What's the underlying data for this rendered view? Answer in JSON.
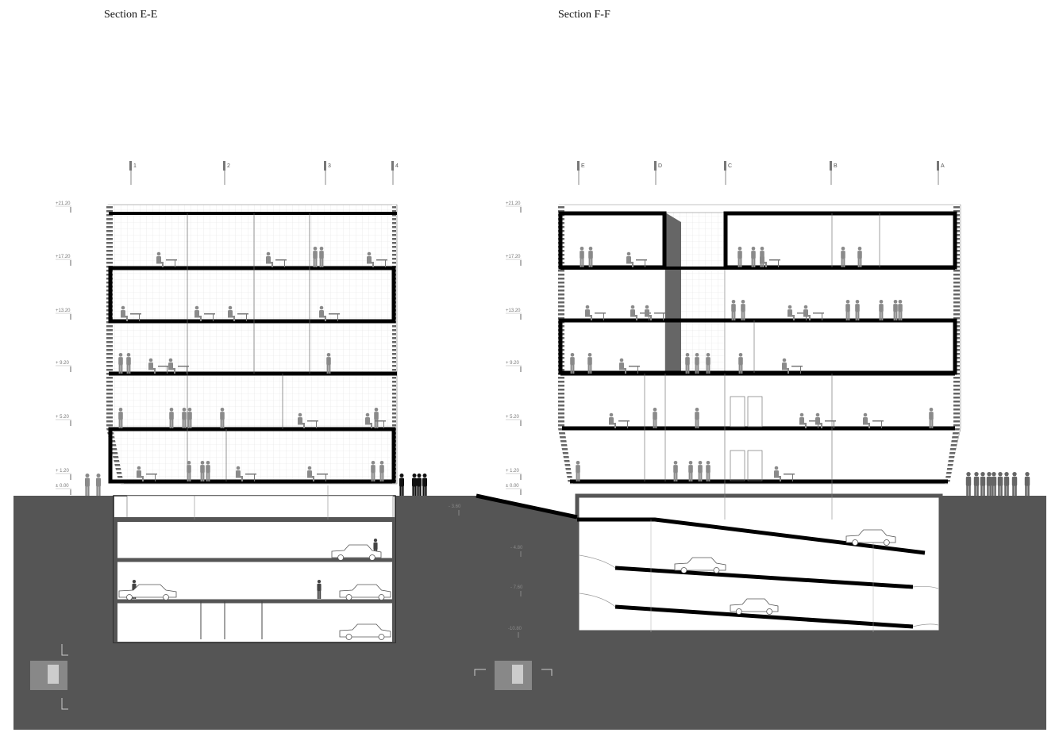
{
  "sections": [
    {
      "title": "Section E-E",
      "grid_labels": [
        "1",
        "2",
        "3",
        "4"
      ],
      "level_labels": [
        "+21.20",
        "+17.20",
        "+13.20",
        "+ 9.20",
        "+ 5.20",
        "+ 1.20",
        "± 0.00"
      ]
    },
    {
      "title": "Section F-F",
      "grid_labels": [
        "E",
        "D",
        "C",
        "B",
        "A"
      ],
      "level_labels": [
        "+21.20",
        "+17.20",
        "+13.20",
        "+ 9.20",
        "+ 5.20",
        "+ 1.20",
        "± 0.00"
      ],
      "basement_level_labels": [
        "- 3.60",
        "- 4.80",
        "- 7.60",
        "-10.80"
      ]
    }
  ],
  "colors": {
    "ground": "#555555",
    "slab": "#000000",
    "figure": "#8a8a8a",
    "facade": "#bdbdbd"
  }
}
